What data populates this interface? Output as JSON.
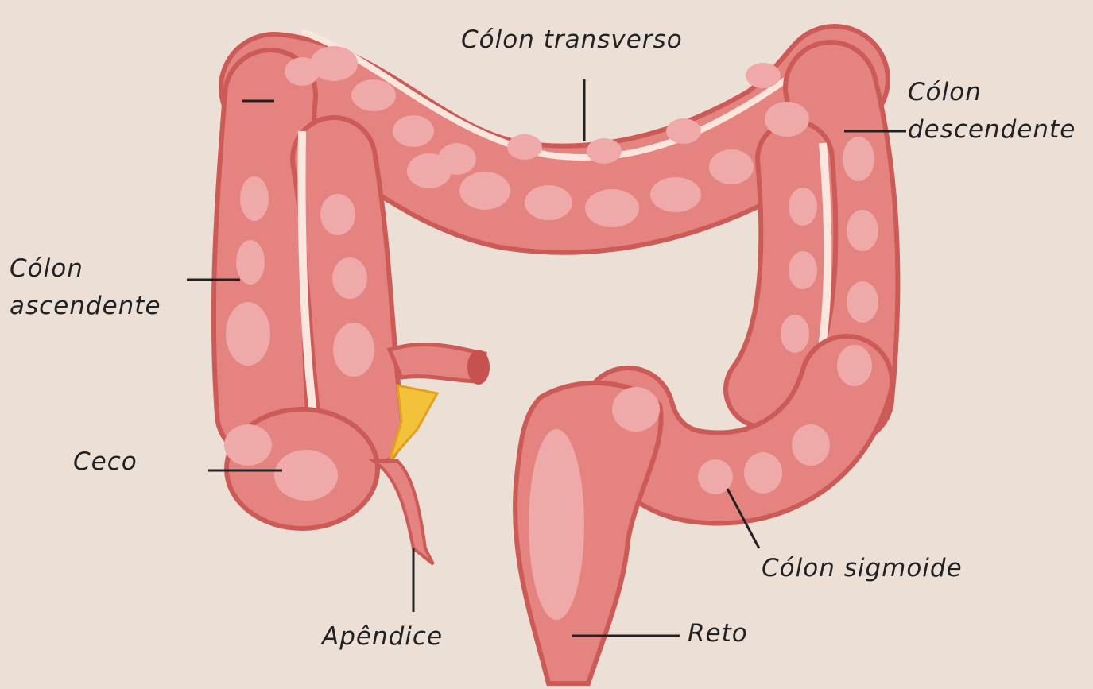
{
  "labels": {
    "transverse": "Cólon transverso",
    "descending_l1": "Cólon",
    "descending_l2": "descendente",
    "ascending_l1": "Cólon",
    "ascending_l2": "ascendente",
    "cecum": "Ceco",
    "sigmoid": "Cólon sigmoide",
    "appendix": "Apêndice",
    "rectum": "Reto"
  },
  "colors": {
    "background": "#ecdfd6",
    "colon_body": "#e4837f",
    "colon_outline": "#cc5a57",
    "haustra": "#eea9a8",
    "mesentery": "#fbe6dd",
    "fat": "#f3c13a",
    "leader_line": "#222222"
  }
}
